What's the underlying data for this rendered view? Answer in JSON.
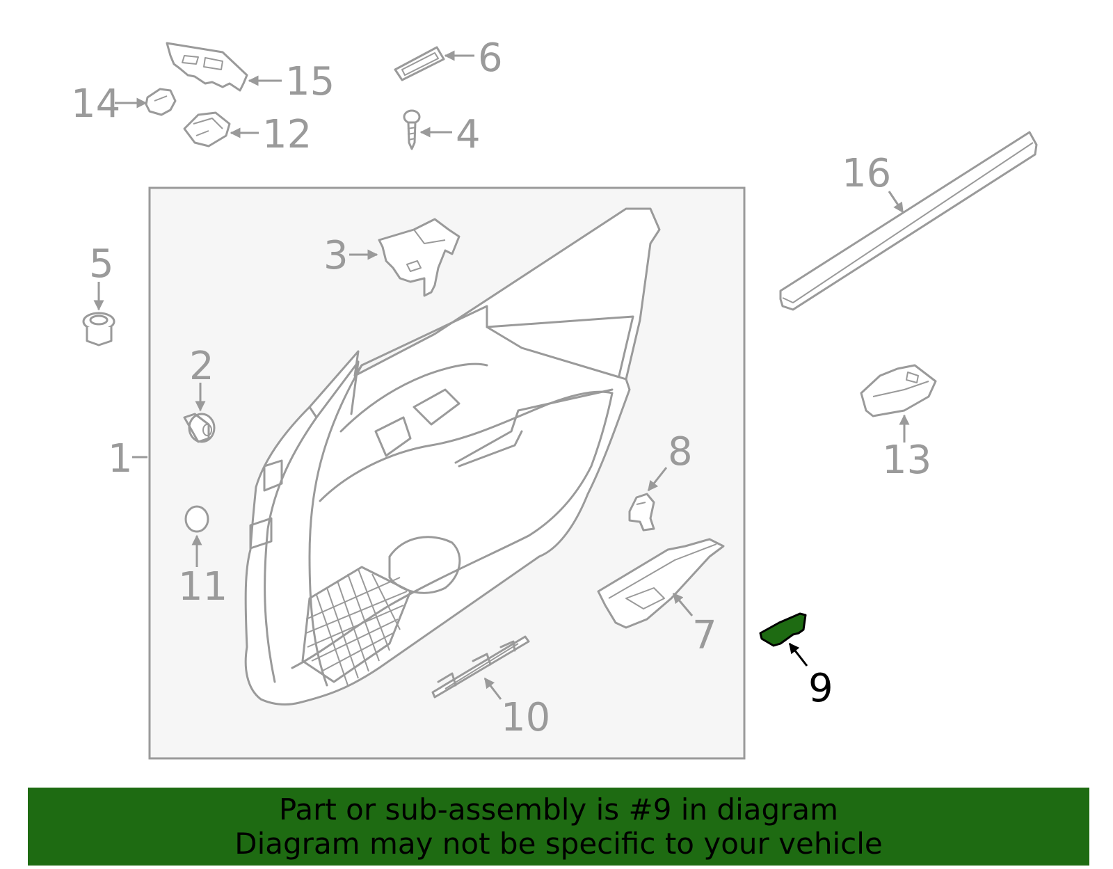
{
  "diagram": {
    "callouts": [
      "1",
      "2",
      "3",
      "4",
      "5",
      "6",
      "7",
      "8",
      "9",
      "10",
      "11",
      "12",
      "13",
      "14",
      "15",
      "16"
    ],
    "highlighted_part": "9",
    "highlight_color": "#1e6b12",
    "line_color": "#9a9a9a",
    "panel_bg": "#f6f6f6"
  },
  "banner": {
    "line1": "Part or sub-assembly is #9 in diagram",
    "line2": "Diagram may not be specific to your vehicle",
    "bg_color": "#1e6b12"
  }
}
